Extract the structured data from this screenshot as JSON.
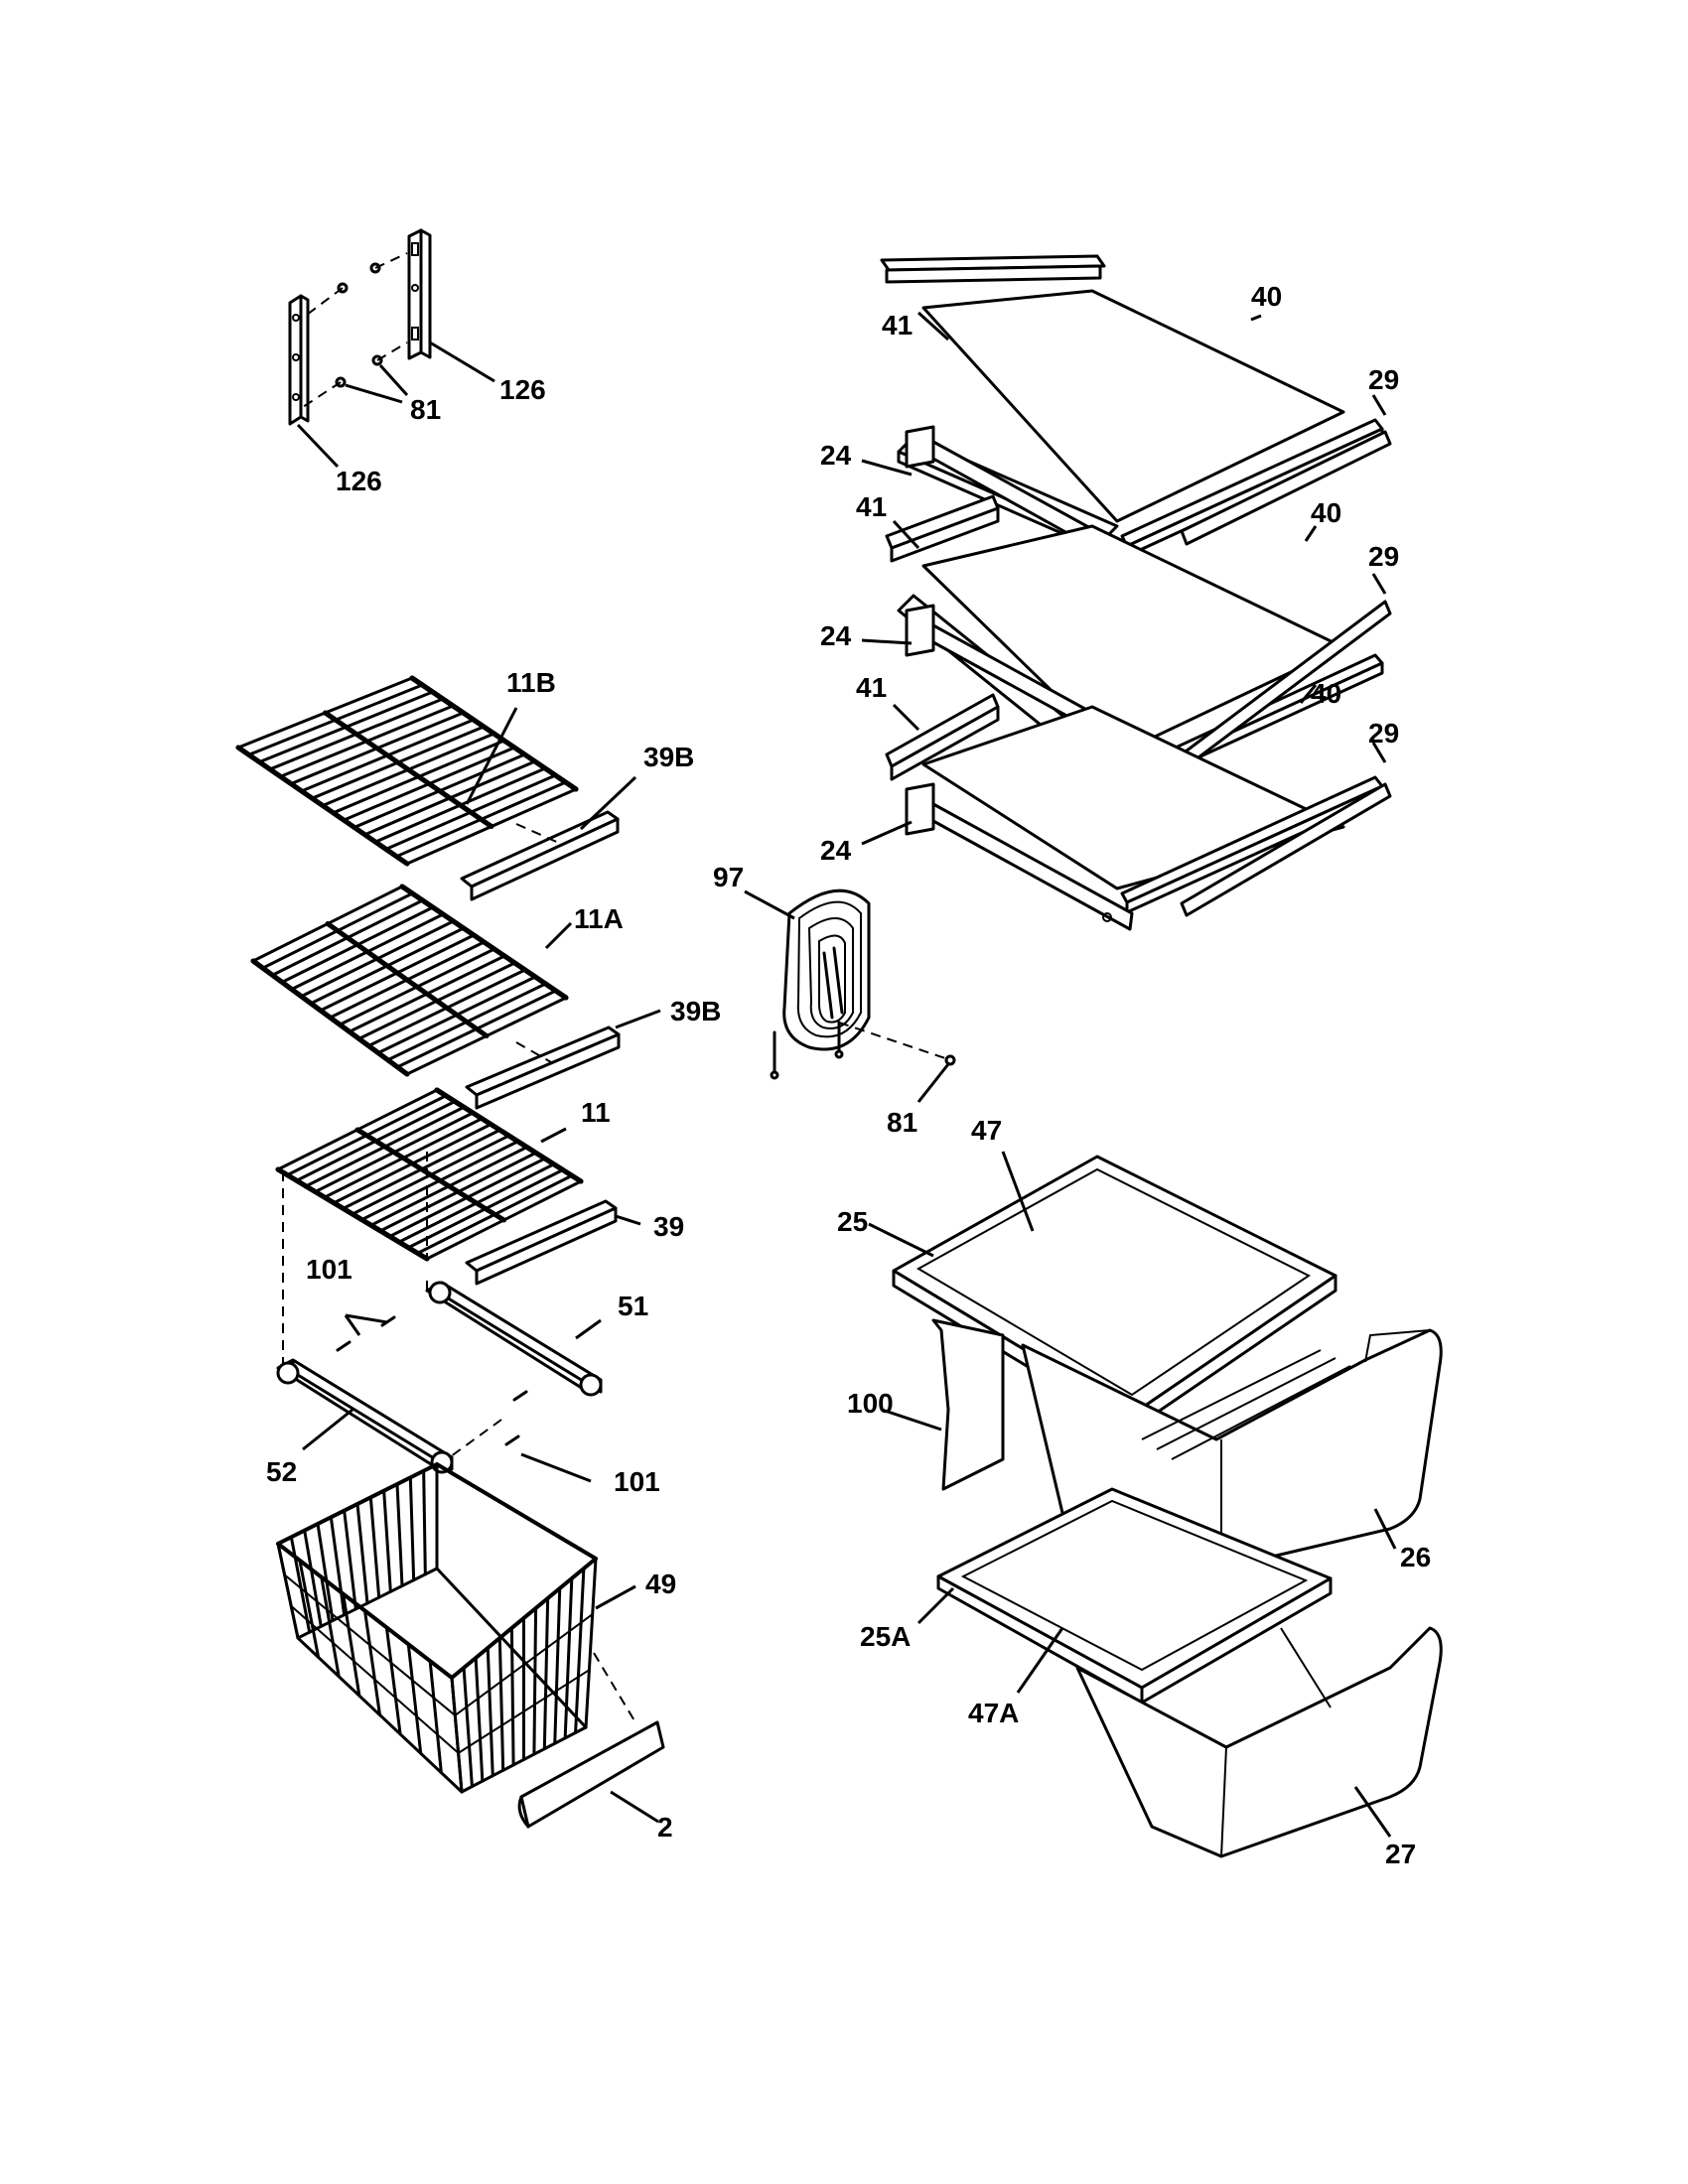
{
  "callouts": {
    "c126a": "126",
    "c126b": "126",
    "c81a": "81",
    "c40a": "40",
    "c41a": "41",
    "c29a": "29",
    "c24a": "24",
    "c41b": "41",
    "c40b": "40",
    "c29b": "29",
    "c24b": "24",
    "c41c": "41",
    "c40c": "40",
    "c29c": "29",
    "c24c": "24",
    "c11b": "11B",
    "c39ba": "39B",
    "c11a": "11A",
    "c39bb": "39B",
    "c11": "11",
    "c39": "39",
    "c101a": "101",
    "c51": "51",
    "c52": "52",
    "c101b": "101",
    "c49": "49",
    "c2": "2",
    "c97": "97",
    "c81b": "81",
    "c47": "47",
    "c25": "25",
    "c100": "100",
    "c26": "26",
    "c25a": "25A",
    "c47a": "47A",
    "c27": "27"
  }
}
